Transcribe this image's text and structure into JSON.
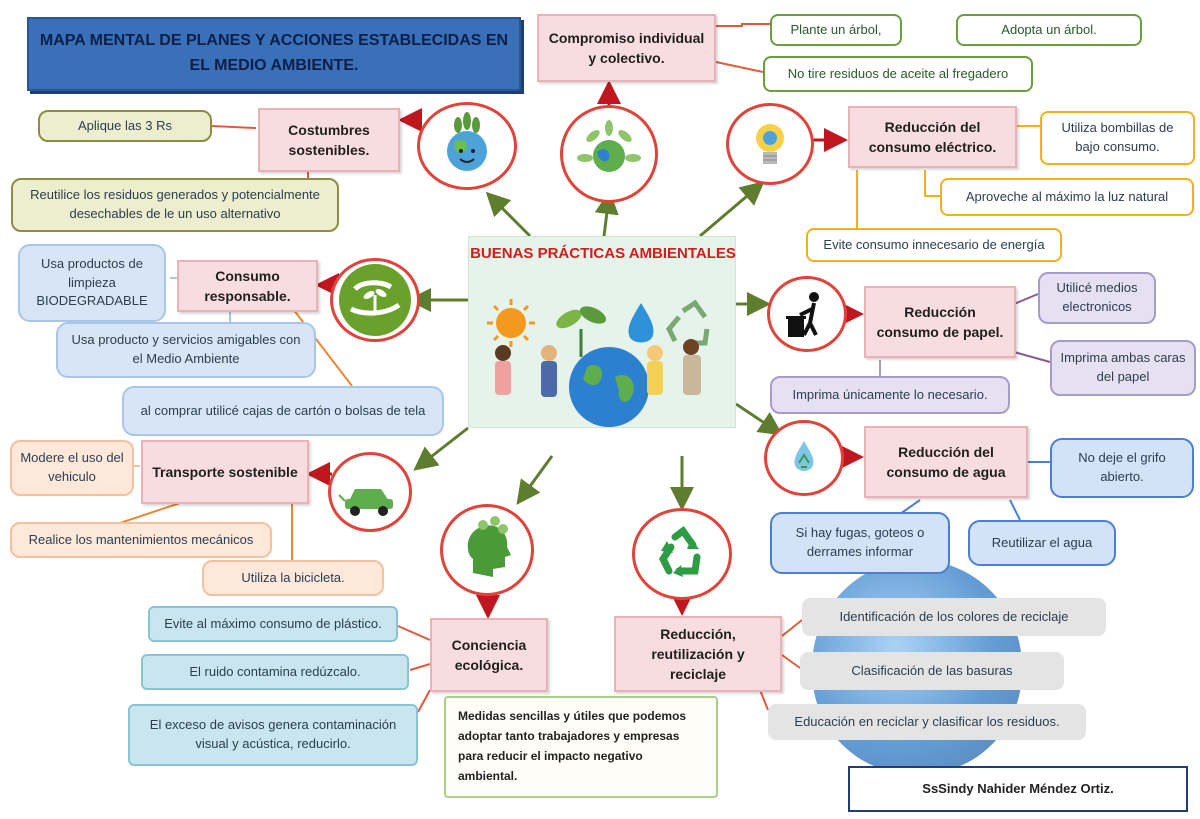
{
  "title": "MAPA MENTAL DE PLANES Y  ACCIONES ESTABLECIDAS EN EL MEDIO AMBIENTE.",
  "center": {
    "title": "BUENAS PRÁCTICAS AMBIENTALES"
  },
  "topics": {
    "compromiso": "Compromiso individual y colectivo.",
    "costumbres": "Costumbres sostenibles.",
    "electrico": "Reducción del consumo eléctrico.",
    "consumo": "Consumo responsable.",
    "papel": "Reducción consumo de papel.",
    "transporte": "Transporte sostenible",
    "agua": "Reducción del consumo de agua",
    "conciencia": "Conciencia ecológica.",
    "reciclaje": "Reducción, reutilización y reciclaje"
  },
  "leaves": {
    "plante": "Plante un árbol,",
    "adopta": "Adopta un árbol.",
    "aceite": "No tire residuos de aceite al fregadero",
    "rs": "Aplique las 3 Rs",
    "reutilice": "Reutilice los residuos generados y potencialmente desechables de le un uso alternativo",
    "bombillas": "Utiliza bombillas de bajo consumo.",
    "luz": "Aproveche al máximo la luz natural",
    "energia": "Evite consumo innecesario de energía",
    "biodeg": "Usa productos de limpieza BIODEGRADABLE",
    "amigables": "Usa producto y servicios amigables con el Medio Ambiente",
    "cajas": "al comprar utilicé cajas de cartón o bolsas de tela",
    "medios": "Utilicé medios electronicos",
    "ambas": "Imprima  ambas caras del papel",
    "necesario": "Imprima únicamente lo necesario.",
    "modere": "Modere el uso del vehiculo",
    "mantenimientos": "Realice los mantenimientos mecánicos",
    "bicicleta": "Utiliza la bicicleta.",
    "grifo": "No deje el grifo abierto.",
    "fugas": "Si hay fugas, goteos o derrames informar",
    "reutilizar_agua": "Reutilizar el agua",
    "plastico": "Evite al máximo consumo de plástico.",
    "ruido": "El ruido contamina  redúzcalo.",
    "avisos": "El exceso de avisos genera contaminación visual y acústica, reducirlo.",
    "colores": "Identificación de los colores de reciclaje",
    "clasificacion": "Clasificación de las basuras",
    "educacion": "Educación en reciclar y clasificar los residuos."
  },
  "note": "Medidas sencillas y útiles que podemos adoptar tanto trabajadores y empresas para reducir el impacto negativo ambiental.",
  "author": "SsSindy Nahider Méndez Ortiz.",
  "icons": {
    "compromiso": "earth-in-leaves-icon",
    "costumbres": "smiling-earth-icon",
    "electrico": "light-bulb-icon",
    "consumo": "hands-holding-plant-icon",
    "papel": "person-trash-bin-icon",
    "transporte": "green-car-icon",
    "agua": "water-drop-recycle-icon",
    "conciencia": "green-head-icon",
    "reciclaje": "recycle-icon"
  },
  "colors": {
    "accent_red": "#d11d1d",
    "title_blue": "#3a70b8",
    "arrow_green": "#5e7d2e",
    "arrow_red": "#c0161f",
    "topic_pink": "#f8dde0"
  }
}
